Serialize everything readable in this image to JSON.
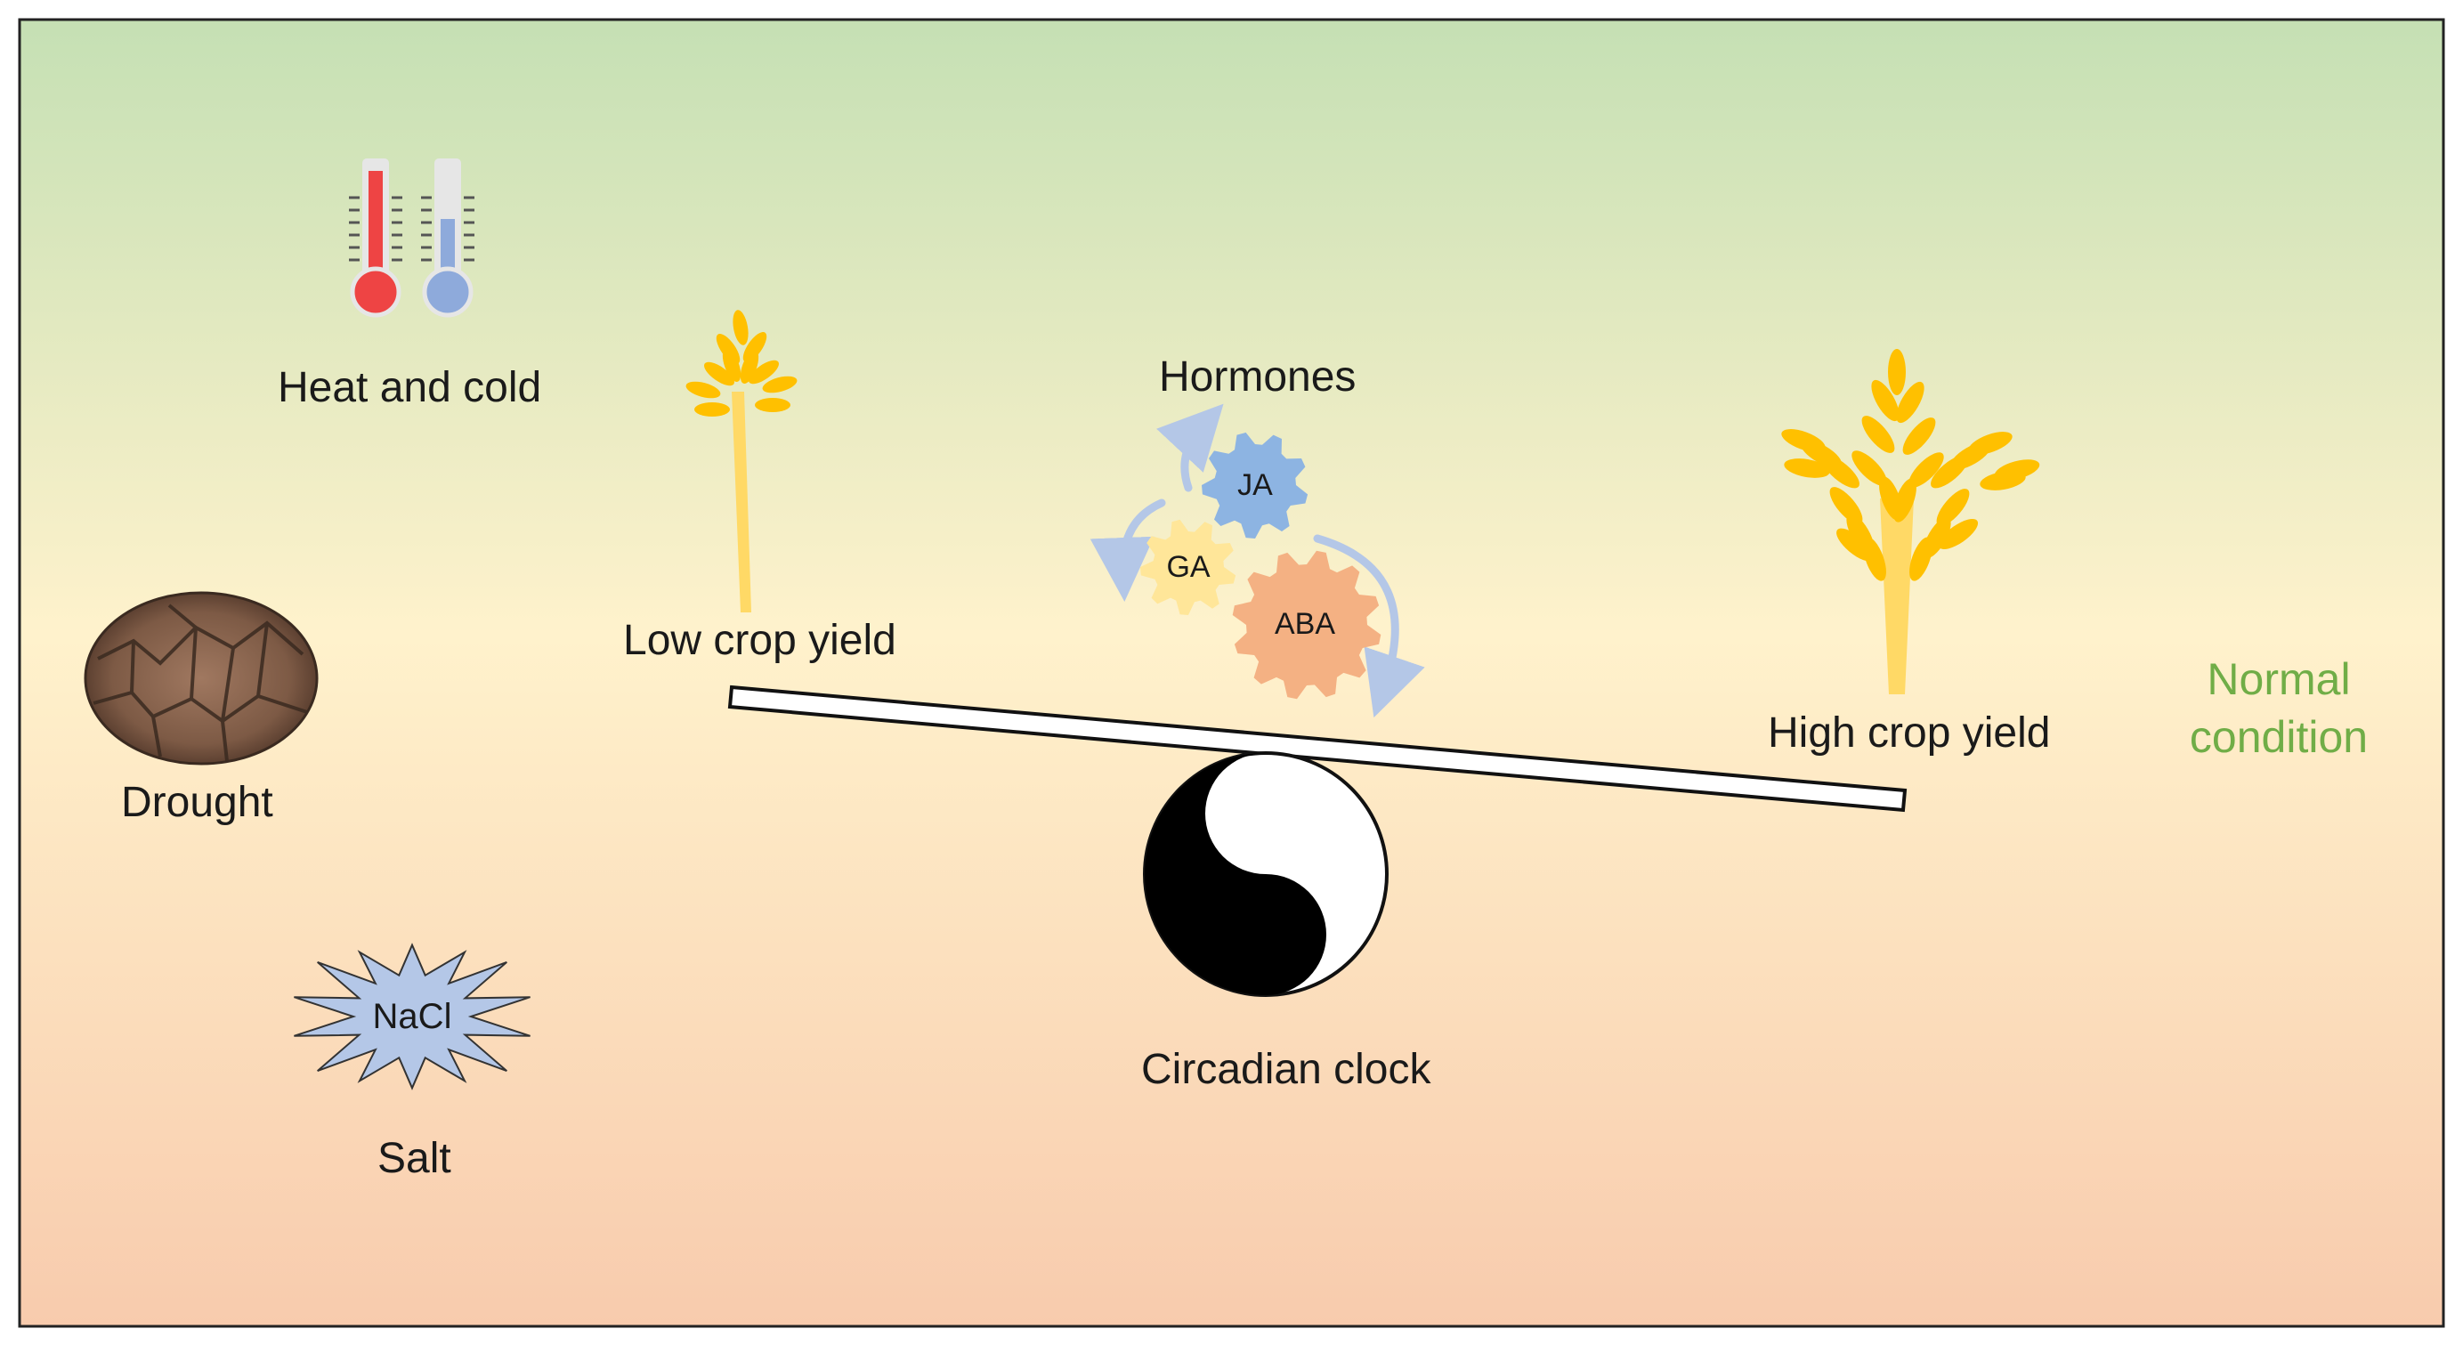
{
  "labels": {
    "heat_cold": "Heat and cold",
    "drought": "Drought",
    "salt": "Salt",
    "nacl": "NaCl",
    "low_yield": "Low crop yield",
    "high_yield": "High crop yield",
    "hormones": "Hormones",
    "circadian": "Circadian clock",
    "normal_line1": "Normal",
    "normal_line2": "condition"
  },
  "hormones": {
    "ja": "JA",
    "ga": "GA",
    "aba": "ABA"
  },
  "colors": {
    "bg_top": "#c5e0b4",
    "bg_mid": "#fff2cc",
    "bg_bottom": "#f8cbad",
    "normal_text": "#70ad47",
    "grain": "#ffc000",
    "stalk": "#ffd966",
    "thermo_hot": "#ee4444",
    "thermo_cold": "#8eaadb",
    "gear_ja": "#8db4e2",
    "gear_ga": "#ffe699",
    "gear_aba": "#f4b183",
    "nacl_star": "#b4c7e7",
    "arrow": "#b4c7e7"
  },
  "icons": [
    "thermometer-hot-icon",
    "thermometer-cold-icon",
    "cracked-soil-icon",
    "nacl-star-icon",
    "wheat-small-icon",
    "wheat-large-icon",
    "yin-yang-icon",
    "gear-icon"
  ]
}
